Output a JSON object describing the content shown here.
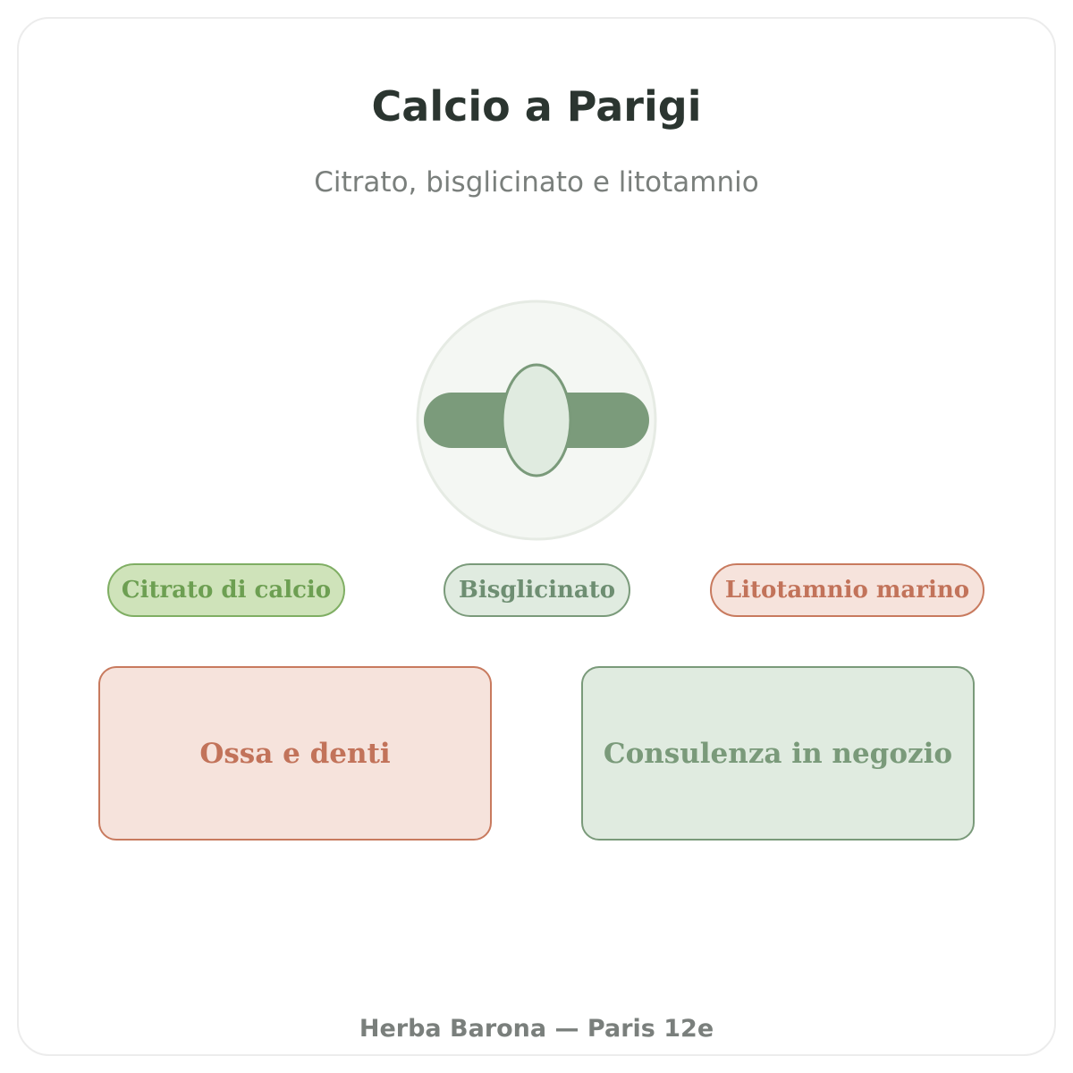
{
  "title": "Calcio a Parigi",
  "subtitle": "Citrato, bisglicinato e litotamnio",
  "emblem": {
    "icon": "capsule-icon",
    "colors": {
      "circle_fill": "#f4f7f3",
      "circle_stroke": "#e6ebe4",
      "capsule_fill": "#7b9b7b",
      "oval_fill": "#e0ebe0",
      "oval_stroke": "#7a9a7a"
    }
  },
  "pills": [
    {
      "label": "Citrato di calcio",
      "accent": "#7fae63"
    },
    {
      "label": "Bisglicinato",
      "accent": "#7a9a7a"
    },
    {
      "label": "Litotamnio marino",
      "accent": "#c87a5e"
    }
  ],
  "boxes": [
    {
      "label": "Ossa e denti",
      "accent": "#c87a5e"
    },
    {
      "label": "Consulenza in negozio",
      "accent": "#7a9a7a"
    }
  ],
  "footer": "Herba Barona — Paris 12e"
}
